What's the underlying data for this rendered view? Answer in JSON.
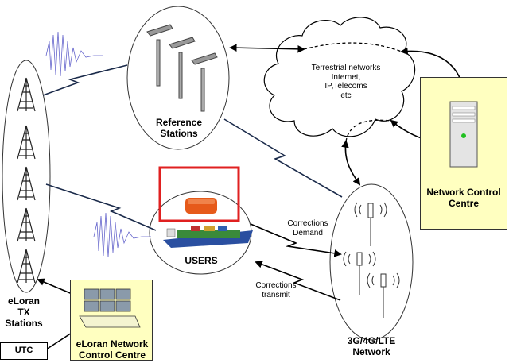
{
  "nodes": {
    "eloran_tx": {
      "line1": "eLoran",
      "line2": "TX",
      "line3": "Stations"
    },
    "reference": {
      "line1": "Reference",
      "line2": "Stations"
    },
    "cloud": {
      "line1": "Terrestrial networks",
      "line2": "Internet,",
      "line3": "IP,Telecoms",
      "line4": "etc"
    },
    "ncc": {
      "line1": "Network Control",
      "line2": "Centre"
    },
    "users": {
      "label": "USERS"
    },
    "cellular": {
      "line1": "3G/4G/LTE",
      "line2": "Network"
    },
    "eloran_ncc": {
      "line1": "eLoran Network",
      "line2": "Control Centre"
    },
    "utc": {
      "label": "UTC"
    }
  },
  "links": {
    "corrections_demand": {
      "line1": "Corrections",
      "line2": "Demand"
    },
    "corrections_transmit": {
      "line1": "Corrections",
      "line2": "transmit"
    }
  },
  "colors": {
    "box_fill": "#ffffc0",
    "link_dark": "#1a2a4a",
    "highlight": "#e02020",
    "pulse": "#6666cc"
  }
}
